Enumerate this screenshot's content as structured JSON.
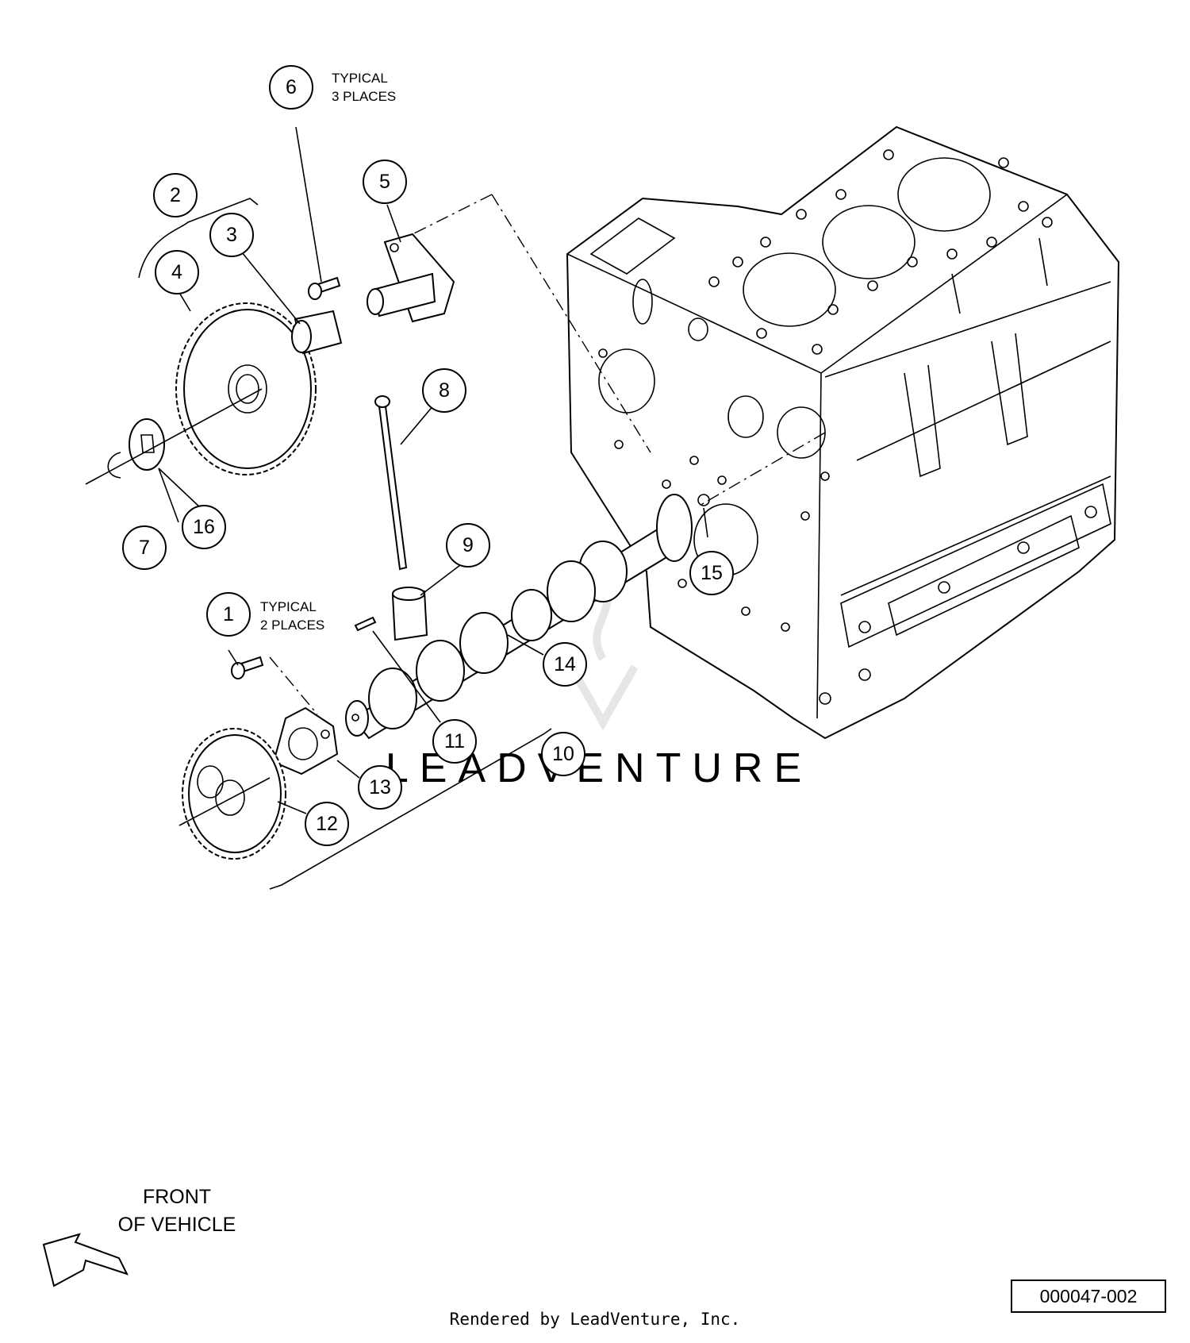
{
  "callouts": [
    {
      "num": "1"
    },
    {
      "num": "2"
    },
    {
      "num": "3"
    },
    {
      "num": "4"
    },
    {
      "num": "5"
    },
    {
      "num": "6"
    },
    {
      "num": "7"
    },
    {
      "num": "8"
    },
    {
      "num": "9"
    },
    {
      "num": "10"
    },
    {
      "num": "11"
    },
    {
      "num": "12"
    },
    {
      "num": "13"
    },
    {
      "num": "14"
    },
    {
      "num": "15"
    },
    {
      "num": "16"
    }
  ],
  "notes": {
    "typical3_line1": "TYPICAL",
    "typical3_line2": "3 PLACES",
    "typical2_line1": "TYPICAL",
    "typical2_line2": "2 PLACES"
  },
  "direction": {
    "line1": "FRONT",
    "line2": "OF VEHICLE",
    "icon": "arrow-icon"
  },
  "drawing_number": "000047-002",
  "credit": "Rendered by LeadVenture, Inc.",
  "watermark": "LEADVENTURE"
}
